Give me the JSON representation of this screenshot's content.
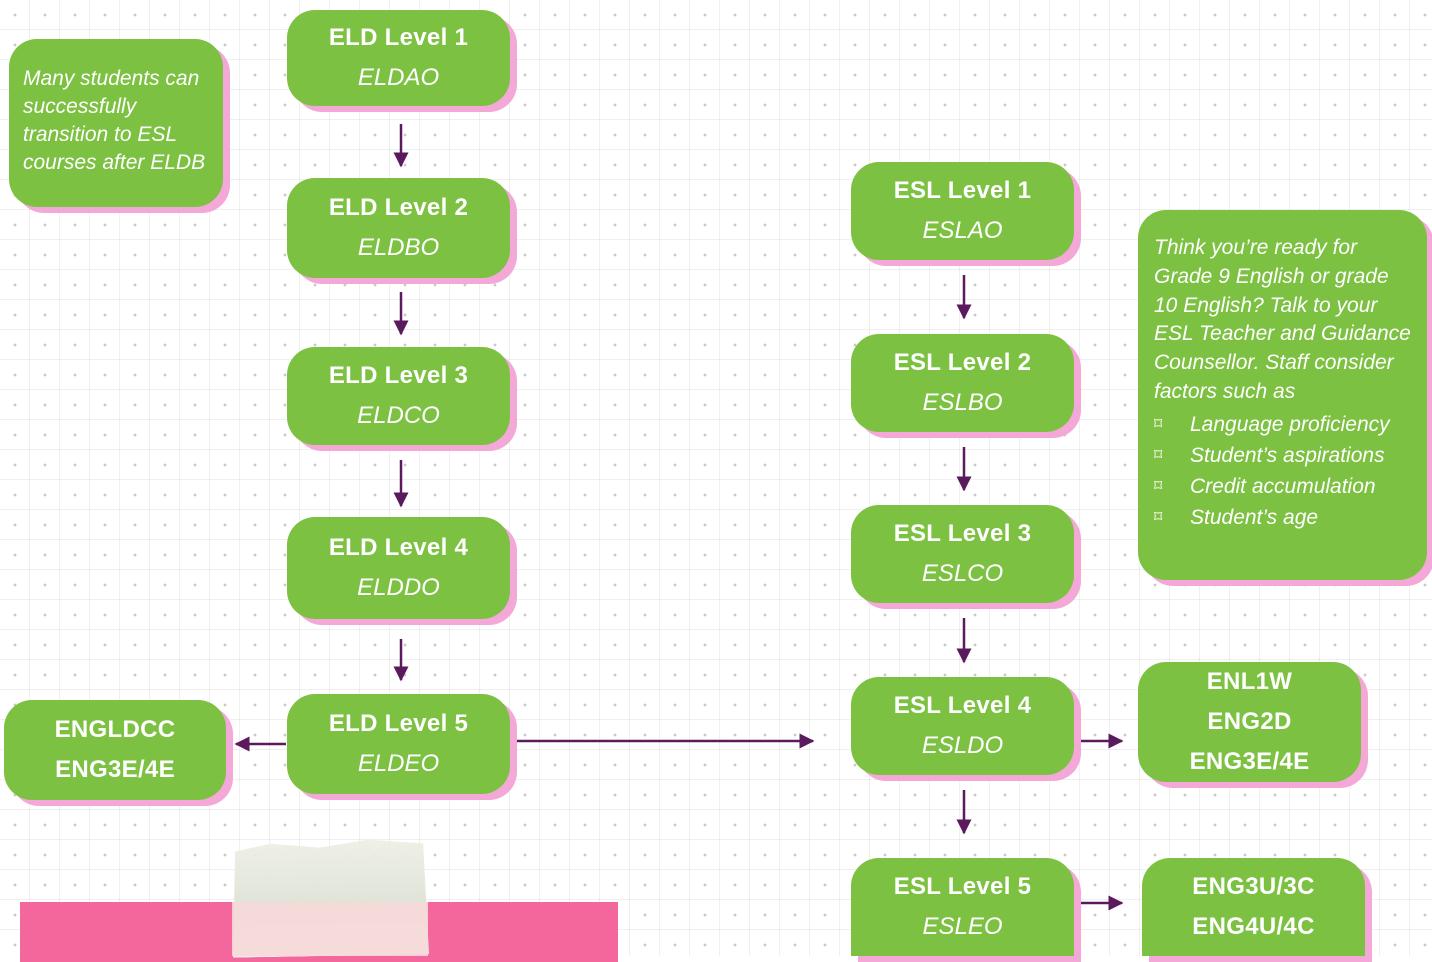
{
  "eld": [
    {
      "title": "ELD Level 1",
      "code": "ELDAO"
    },
    {
      "title": "ELD Level 2",
      "code": "ELDBO"
    },
    {
      "title": "ELD Level 3",
      "code": "ELDCO"
    },
    {
      "title": "ELD Level 4",
      "code": "ELDDO"
    },
    {
      "title": "ELD Level 5",
      "code": "ELDEO"
    }
  ],
  "esl": [
    {
      "title": "ESL Level 1",
      "code": "ESLAO"
    },
    {
      "title": "ESL Level 2",
      "code": "ESLBO"
    },
    {
      "title": "ESL Level 3",
      "code": "ESLCO"
    },
    {
      "title": "ESL Level 4",
      "code": "ESLDO"
    },
    {
      "title": "ESL Level 5",
      "code": "ESLEO"
    }
  ],
  "eld_exit": {
    "line1": "ENGLDCC",
    "line2": "ENG3E/4E"
  },
  "esl4_exit": {
    "line1": "ENL1W",
    "line2": "ENG2D",
    "line3": "ENG3E/4E"
  },
  "esl5_exit": {
    "line1": "ENG3U/3C",
    "line2": "ENG4U/4C"
  },
  "left_note": "Many students can successfully transition to ESL courses after ELDB",
  "right_note": {
    "text": "Think you’re ready for Grade 9 English or grade 10 English?  Talk to your ESL Teacher and Guidance Counsellor.  Staff consider factors such as",
    "bullet_glyph": "⌑",
    "items": [
      "Language proficiency",
      "Student’s aspirations",
      "Credit accumulation",
      "Student’s age"
    ]
  },
  "colors": {
    "box": "#7dc142",
    "shadow": "#f3a8d8",
    "arrow": "#5b1a5e",
    "pink_card": "#f4679c"
  }
}
